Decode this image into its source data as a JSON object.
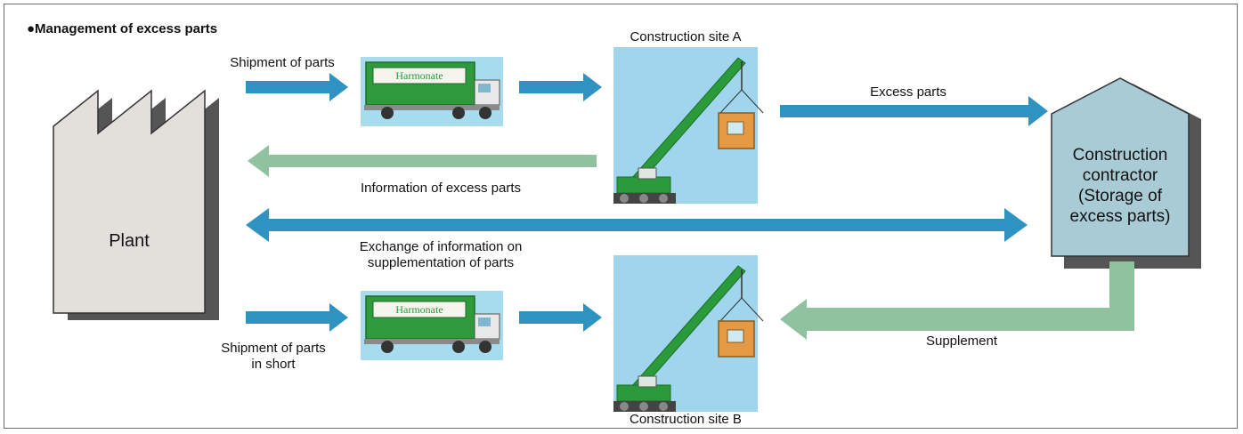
{
  "title": "●Management of excess parts",
  "nodes": {
    "plant": "Plant",
    "site_a": "Construction site A",
    "site_b": "Construction site B",
    "contractor": [
      "Construction",
      "contractor",
      "(Storage of",
      "excess parts)"
    ]
  },
  "labels": {
    "shipment_of_parts": "Shipment of parts",
    "excess_parts": "Excess parts",
    "information_of_excess_parts": "Information of excess parts",
    "exchange_line1": "Exchange of information on",
    "exchange_line2": "supplementation of parts",
    "shipment_short_line1": "Shipment of parts",
    "shipment_short_line2": "in short",
    "supplement": "Supplement"
  },
  "truck_sign": "Harmonate",
  "colors": {
    "blue_arrow": "#2f93c2",
    "green_arrow": "#8fc3a0",
    "photo_sky": "#9fd6ee",
    "crane": "#2a9a3a",
    "truck_body": "#2e9a3c",
    "plant_fill": "#e3e0dc",
    "contractor_fill": "#a9cbd6",
    "shadow": "#555555"
  }
}
